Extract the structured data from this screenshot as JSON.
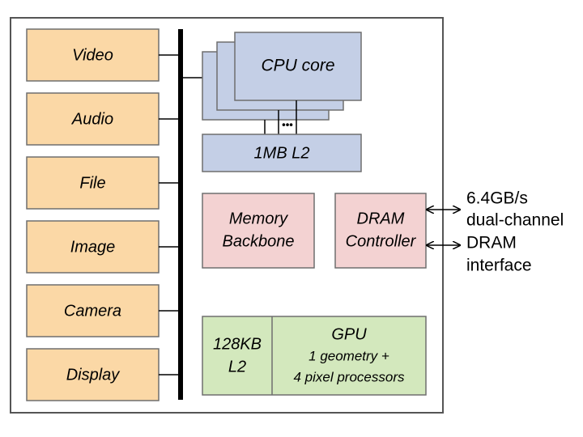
{
  "colors": {
    "io_block": "#fbd8a6",
    "cpu_block": "#c4cfe6",
    "memory_block": "#f3d2d2",
    "gpu_block": "#d3e8bd",
    "border": "#6f6f6f",
    "bus": "#000000"
  },
  "io_blocks": [
    "Video",
    "Audio",
    "File",
    "Image",
    "Camera",
    "Display"
  ],
  "cpu": {
    "core_label": "CPU core",
    "ellipsis": "•••",
    "l2_label": "1MB L2"
  },
  "memory_backbone": {
    "line1": "Memory",
    "line2": "Backbone"
  },
  "dram_controller": {
    "line1": "DRAM",
    "line2": "Controller"
  },
  "dram_interface": {
    "line1": "6.4GB/s",
    "line2": "dual-channel",
    "line3": "DRAM",
    "line4": "interface"
  },
  "gpu": {
    "l2_line1": "128KB",
    "l2_line2": "L2",
    "title": "GPU",
    "line2": "1 geometry +",
    "line3": "4 pixel processors"
  }
}
